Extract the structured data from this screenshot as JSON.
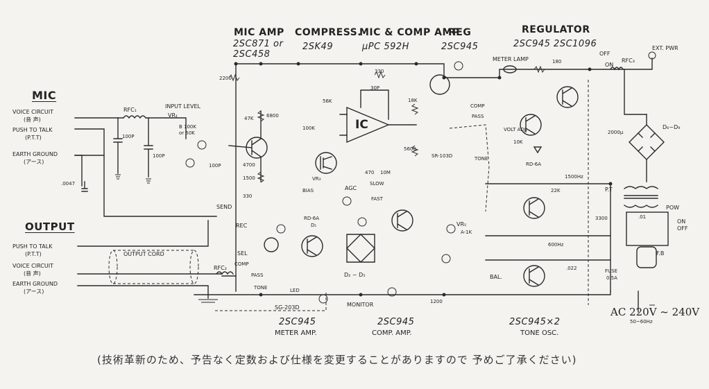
{
  "headers": {
    "mic_amp": "MIC AMP",
    "mic_amp_parts": "2SC871 or",
    "mic_amp_parts2": "2SC458",
    "compress": "COMPRESS.",
    "compress_part": "2SK49",
    "mic_comp_amp": "MIC & COMP AMP",
    "mic_comp_amp_part": "μPC 592H",
    "reg": "REG",
    "reg_part": "2SC945",
    "regulator": "REGULATOR",
    "regulator_parts": "2SC945  2SC1096"
  },
  "footer_labels": {
    "meter_part": "2SC945",
    "meter_name": "METER AMP.",
    "comp_part": "2SC945",
    "comp_name": "COMP. AMP.",
    "tone_part": "2SC945×2",
    "tone_name": "TONE OSC."
  },
  "mic": {
    "title": "MIC",
    "voice": "VOICE CIRCUIT",
    "voice_jp": "(音 声)",
    "ptt": "PUSH TO TALK",
    "ptt_jp": "(P.T.T)",
    "earth": "EARTH GROUND",
    "earth_jp": "(アース)"
  },
  "output": {
    "title": "OUTPUT",
    "ptt": "PUSH TO TALK",
    "ptt_jp": "(P.T.T)",
    "voice": "VOICE CIRCUIT",
    "voice_jp": "(音 声)",
    "earth": "EARTH GROUND",
    "earth_jp": "(アース)",
    "cord": "OUTPUT CORD"
  },
  "switches": {
    "send": "SEND",
    "rec": "REC",
    "sel": "SEL",
    "comp": "COMP",
    "pass": "PASS",
    "tone": "TONE",
    "off": "OFF",
    "on": "ON",
    "pow": "POW"
  },
  "parts": {
    "rfc1": "RFC₁",
    "rfc2": "RFC₂",
    "rfc3": "RFC₃",
    "input_level": "INPUT LEVEL",
    "vr1": "VR₁",
    "b100k": "B 100K",
    "or50k": "or 50K",
    "c100p_a": "100P",
    "c100p_b": "100P",
    "c100p_c": "100P",
    "c0047": ".0047",
    "r2200": "2200",
    "r47k": "47K",
    "r6800": "6800",
    "r4700": "4700",
    "r1500": "1500",
    "r330": "330",
    "r56k": "56K",
    "r100k": "100K",
    "r18k": "18K",
    "r5600": "5600",
    "c30p": "30P",
    "r330b": "330",
    "bias": "BIAS",
    "vr3": "VR₃",
    "agc": "AGC",
    "slow": "SLOW",
    "fast": "FAST",
    "r470": "470",
    "r10m": "10M",
    "rd6a": "RD-6A",
    "d1": "D₁",
    "d2d5": "D₂ ~ D₅",
    "led": "LED",
    "sg203d": "SG-203D",
    "sr103d": "SR-103D",
    "monitor": "MONITOR",
    "vr5": "VR₅",
    "a1k": "A-1K",
    "bal": "BAL.",
    "ic_lbl": "IC",
    "meter_lamp": "METER LAMP",
    "r180": "180",
    "ext_pwr": "EXT. PWR",
    "c2000u": "2000μ",
    "d6d9": "D₆~D₉",
    "pt": "P.T",
    "fb": "F.B",
    "fuse": "FUSE",
    "fuse_val": "0.5A",
    "tone_1500": "1500Hz",
    "tone_600": "600Hz",
    "volt_adj": "VOLT ADJ.",
    "r10k": "10K",
    "r3300": "3300",
    "r22k": "22K",
    "c022": ".022",
    "c01": ".01",
    "c1200": "1200"
  },
  "ac_label": "AC 220V ~ 240V",
  "freq_label": "50~60Hz",
  "note": "(技術革新のため、予告なく定数および仕様を変更することがありますので 予めご了承ください)"
}
